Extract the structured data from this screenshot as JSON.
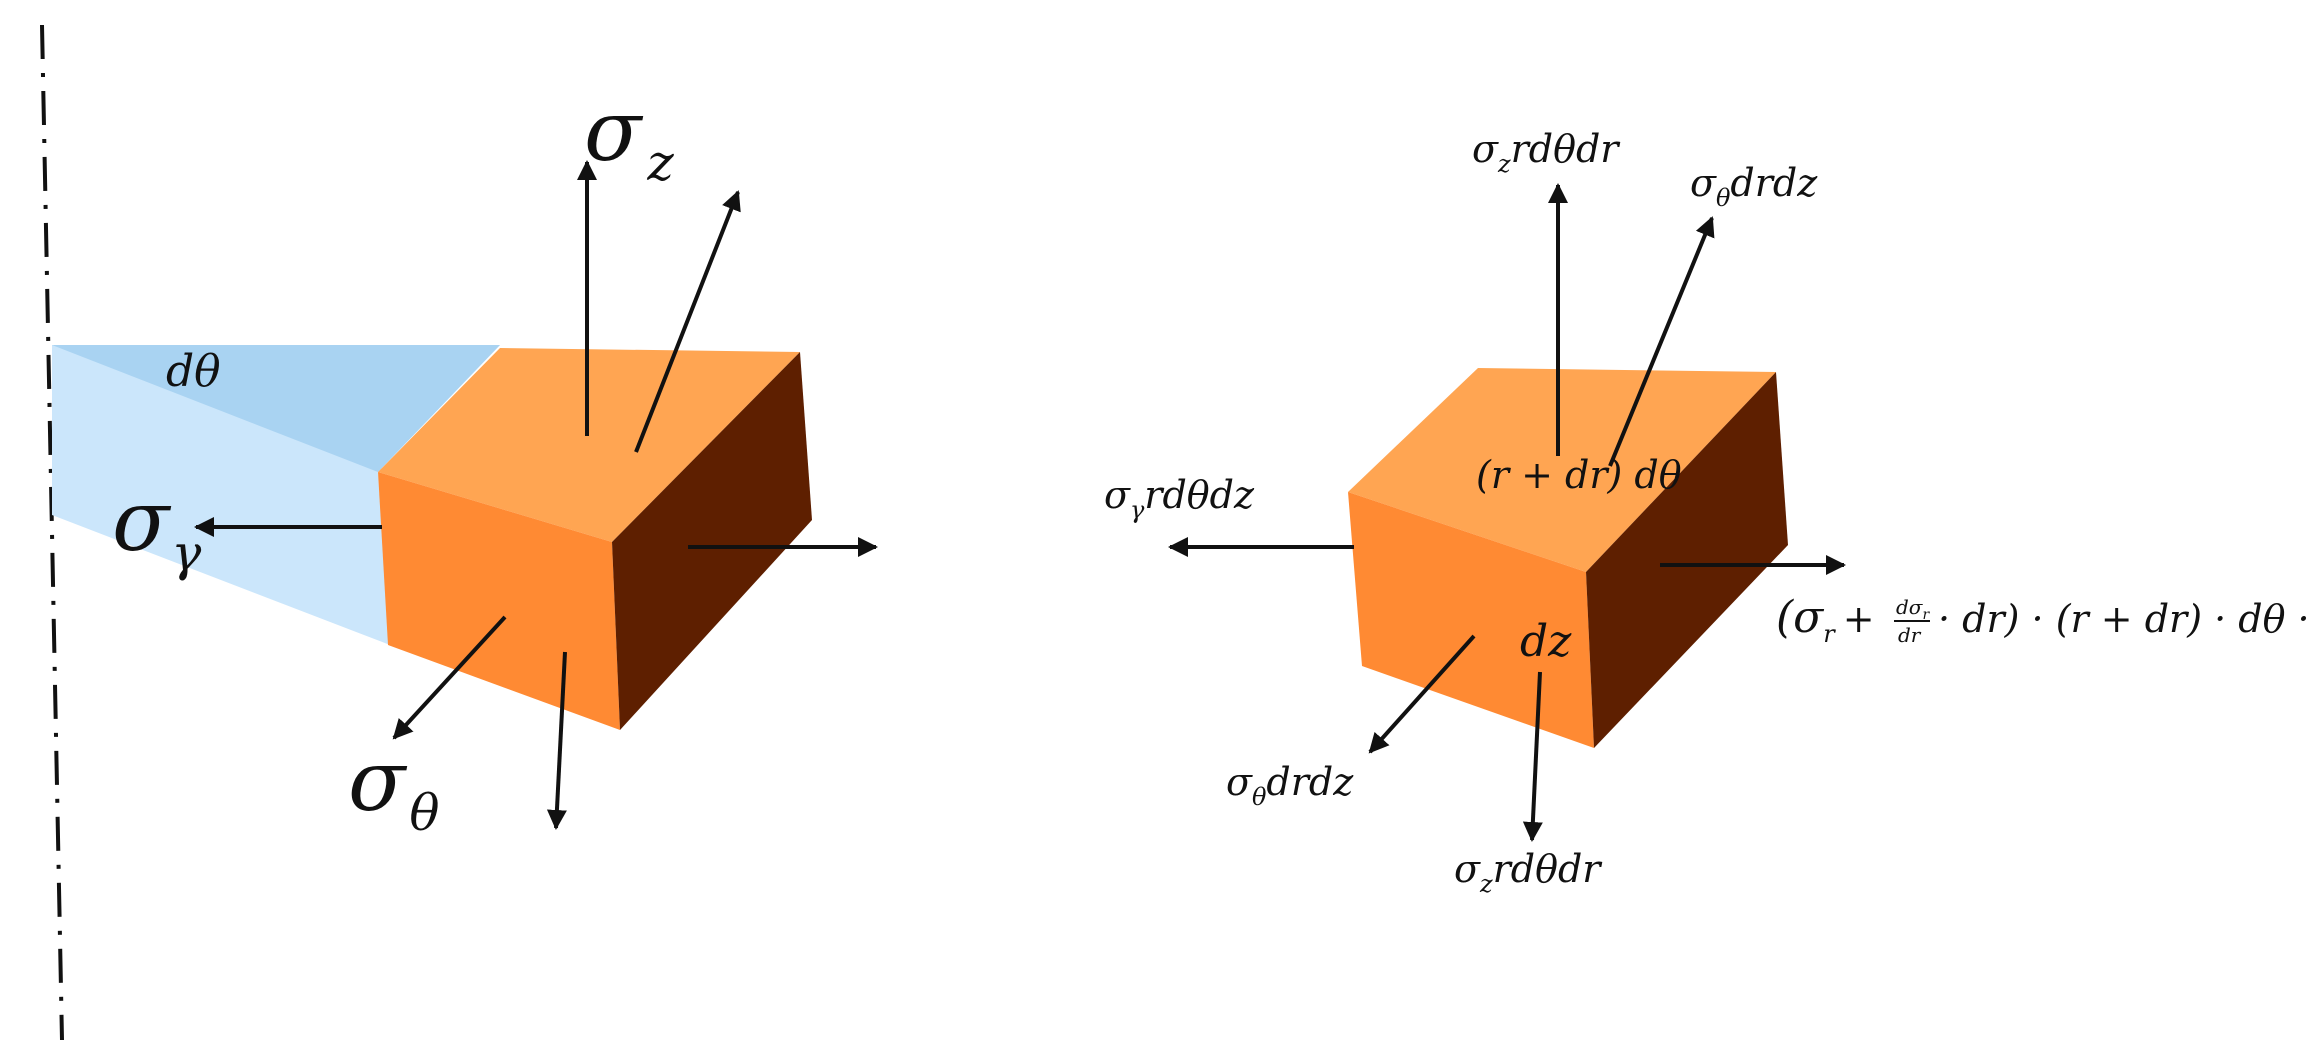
{
  "colors": {
    "top_face": "#ffa552",
    "front_face": "#ff8a33",
    "side_face": "#5e1f00",
    "wedge_light": "#cbe6fb",
    "wedge_top": "#a9d3f2",
    "ink": "#111111"
  },
  "left_element": {
    "sigma_z": {
      "base": "σ",
      "sub": "z"
    },
    "sigma_r": {
      "base": "σ",
      "sub": "γ"
    },
    "sigma_theta": {
      "base": "σ",
      "sub": "θ"
    },
    "dtheta": "dθ"
  },
  "right_element": {
    "top_force": {
      "base": "σ",
      "sub": "z",
      "rest": "rdθdr"
    },
    "bottom_force": {
      "base": "σ",
      "sub": "z",
      "rest": "rdθdr"
    },
    "theta_force_back": {
      "base": "σ",
      "sub": "θ",
      "rest": "drdz"
    },
    "theta_force_front": {
      "base": "σ",
      "sub": "θ",
      "rest": "drdz"
    },
    "radial_force_inner": {
      "base": "σ",
      "sub": "γ",
      "rest": "rdθdz"
    },
    "outer_arc_length": "(r + dr) dθ",
    "height": "dz",
    "radial_force_outer": {
      "lead": "(σ",
      "sub": "r",
      "plus": "+",
      "fraction_num": "dσ",
      "fraction_num_sub": "r",
      "fraction_den": "dr",
      "rest": "· dr) · (r + dr) · dθ · dz"
    }
  }
}
